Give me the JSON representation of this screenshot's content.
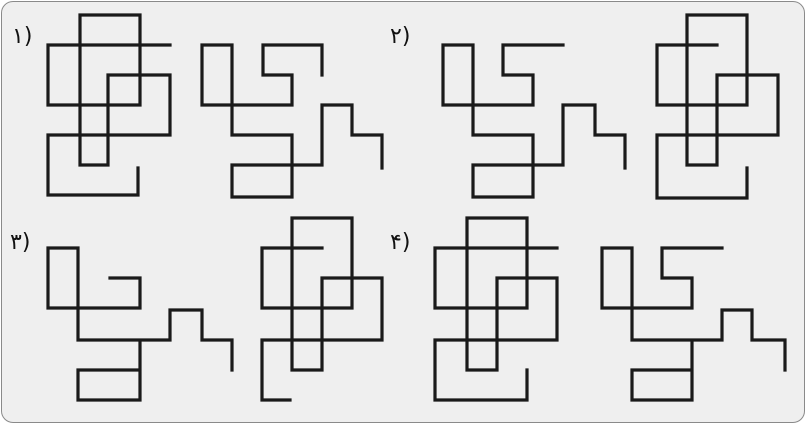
{
  "options": [
    {
      "id": "opt1",
      "label": "۱)"
    },
    {
      "id": "opt2",
      "label": "۲)"
    },
    {
      "id": "opt3",
      "label": "۳)"
    },
    {
      "id": "opt4",
      "label": "۴)"
    }
  ],
  "colors": {
    "panel": "#efefef",
    "stroke": "#1a1a1a",
    "border": "#8a8a8a"
  }
}
